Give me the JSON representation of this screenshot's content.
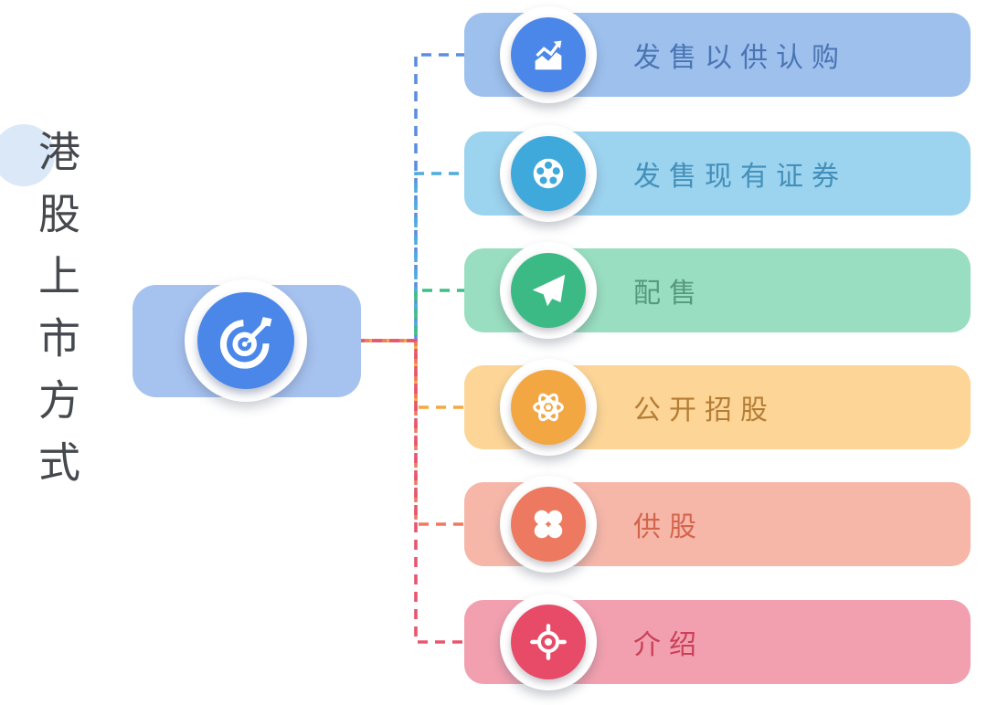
{
  "title": {
    "text": "港股上市方式",
    "color": "#45494e",
    "deco_circle_color": "#dbe8f7"
  },
  "hub": {
    "icon": "target-dart-icon",
    "bar_color": "#a6c2ef",
    "circle_color": "#4a87e8"
  },
  "branches": [
    {
      "label": "发售以供认购",
      "icon": "chart-growth-icon",
      "bar_color": "#9dc0ed",
      "circle_color": "#4a87e8",
      "text_color": "#4a74b4",
      "line_color": "#5b8ee0"
    },
    {
      "label": "发售现有证券",
      "icon": "film-reel-icon",
      "bar_color": "#9cd3ef",
      "circle_color": "#3fa9dc",
      "text_color": "#4490ba",
      "line_color": "#4fabdf"
    },
    {
      "label": "配售",
      "icon": "paper-plane-icon",
      "bar_color": "#99dec0",
      "circle_color": "#3cba85",
      "text_color": "#57997c",
      "line_color": "#3fbd88"
    },
    {
      "label": "公开招股",
      "icon": "atom-icon",
      "bar_color": "#fdd597",
      "circle_color": "#f2a742",
      "text_color": "#b47d35",
      "line_color": "#f6a83e"
    },
    {
      "label": "供股",
      "icon": "clover-icon",
      "bar_color": "#f6b7a9",
      "circle_color": "#ed7960",
      "text_color": "#d3654c",
      "line_color": "#ee7a62"
    },
    {
      "label": "介绍",
      "icon": "target-compass-icon",
      "bar_color": "#f2a0af",
      "circle_color": "#e84b68",
      "text_color": "#c94058",
      "line_color": "#e8556e"
    }
  ]
}
